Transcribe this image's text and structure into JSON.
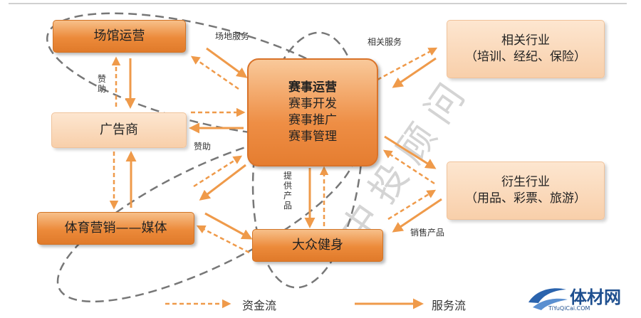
{
  "nodes": {
    "venue": "场馆运营",
    "advertiser": "广告商",
    "sports_media": "体育营销——媒体",
    "event_ops": {
      "title": "赛事运营",
      "items": [
        "赛事开发",
        "赛事推广",
        "赛事管理"
      ]
    },
    "fitness": "大众健身",
    "related": {
      "title": "相关行业",
      "detail": "（培训、经纪、保险）"
    },
    "derivative": {
      "title": "衍生行业",
      "detail": "（用品、彩票、旅游）"
    }
  },
  "edge_labels": {
    "venue_service": "场地服务",
    "related_service": "相关服务",
    "sponsor_left": "赞助",
    "sponsor_mid": "赞助",
    "provide_products": "提供产品",
    "sell_products": "销售产品"
  },
  "legend": {
    "fund_flow": "资金流",
    "service_flow": "服务流"
  },
  "watermark": "中 投 顾 问",
  "logo": {
    "name": "体材网",
    "url": "TiYuQiCai.COM"
  },
  "colors": {
    "arrow": "#ef9a4a",
    "dashed_ellipse": "#777777",
    "box_dark": "#ec8a3a",
    "box_light": "#fbd9b8"
  }
}
